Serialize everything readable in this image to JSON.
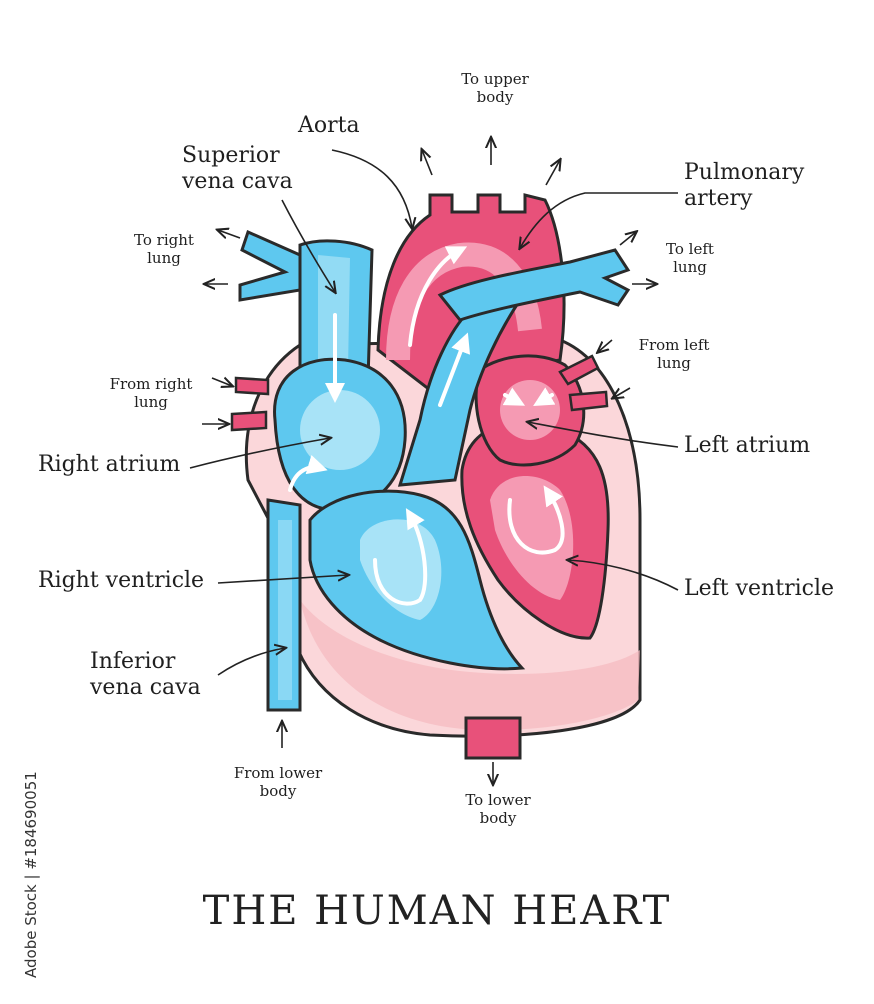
{
  "title": "THE HUMAN HEART",
  "labels": {
    "aorta": "Aorta",
    "superior_vena_cava": "Superior\nvena cava",
    "pulmonary_artery": "Pulmonary\nartery",
    "to_upper_body": "To upper\nbody",
    "to_right_lung": "To right\nlung",
    "to_left_lung": "To left\nlung",
    "from_left_lung": "From left\nlung",
    "from_right_lung": "From right\nlung",
    "right_atrium": "Right atrium",
    "left_atrium": "Left atrium",
    "right_ventricle": "Right ventricle",
    "left_ventricle": "Left ventricle",
    "inferior_vena_cava": "Inferior\nvena cava",
    "from_lower_body": "From lower\nbody",
    "to_lower_body": "To lower\nbody"
  },
  "watermark": "Adobe Stock | #184690051",
  "colors": {
    "oxygen_poor": "#5ec8ef",
    "oxygen_poor_light": "#a8e3f7",
    "oxygen_rich": "#e8517a",
    "oxygen_rich_light": "#f59ab3",
    "heart_wall": "#fbd7da",
    "outline": "#2a2a2a"
  }
}
